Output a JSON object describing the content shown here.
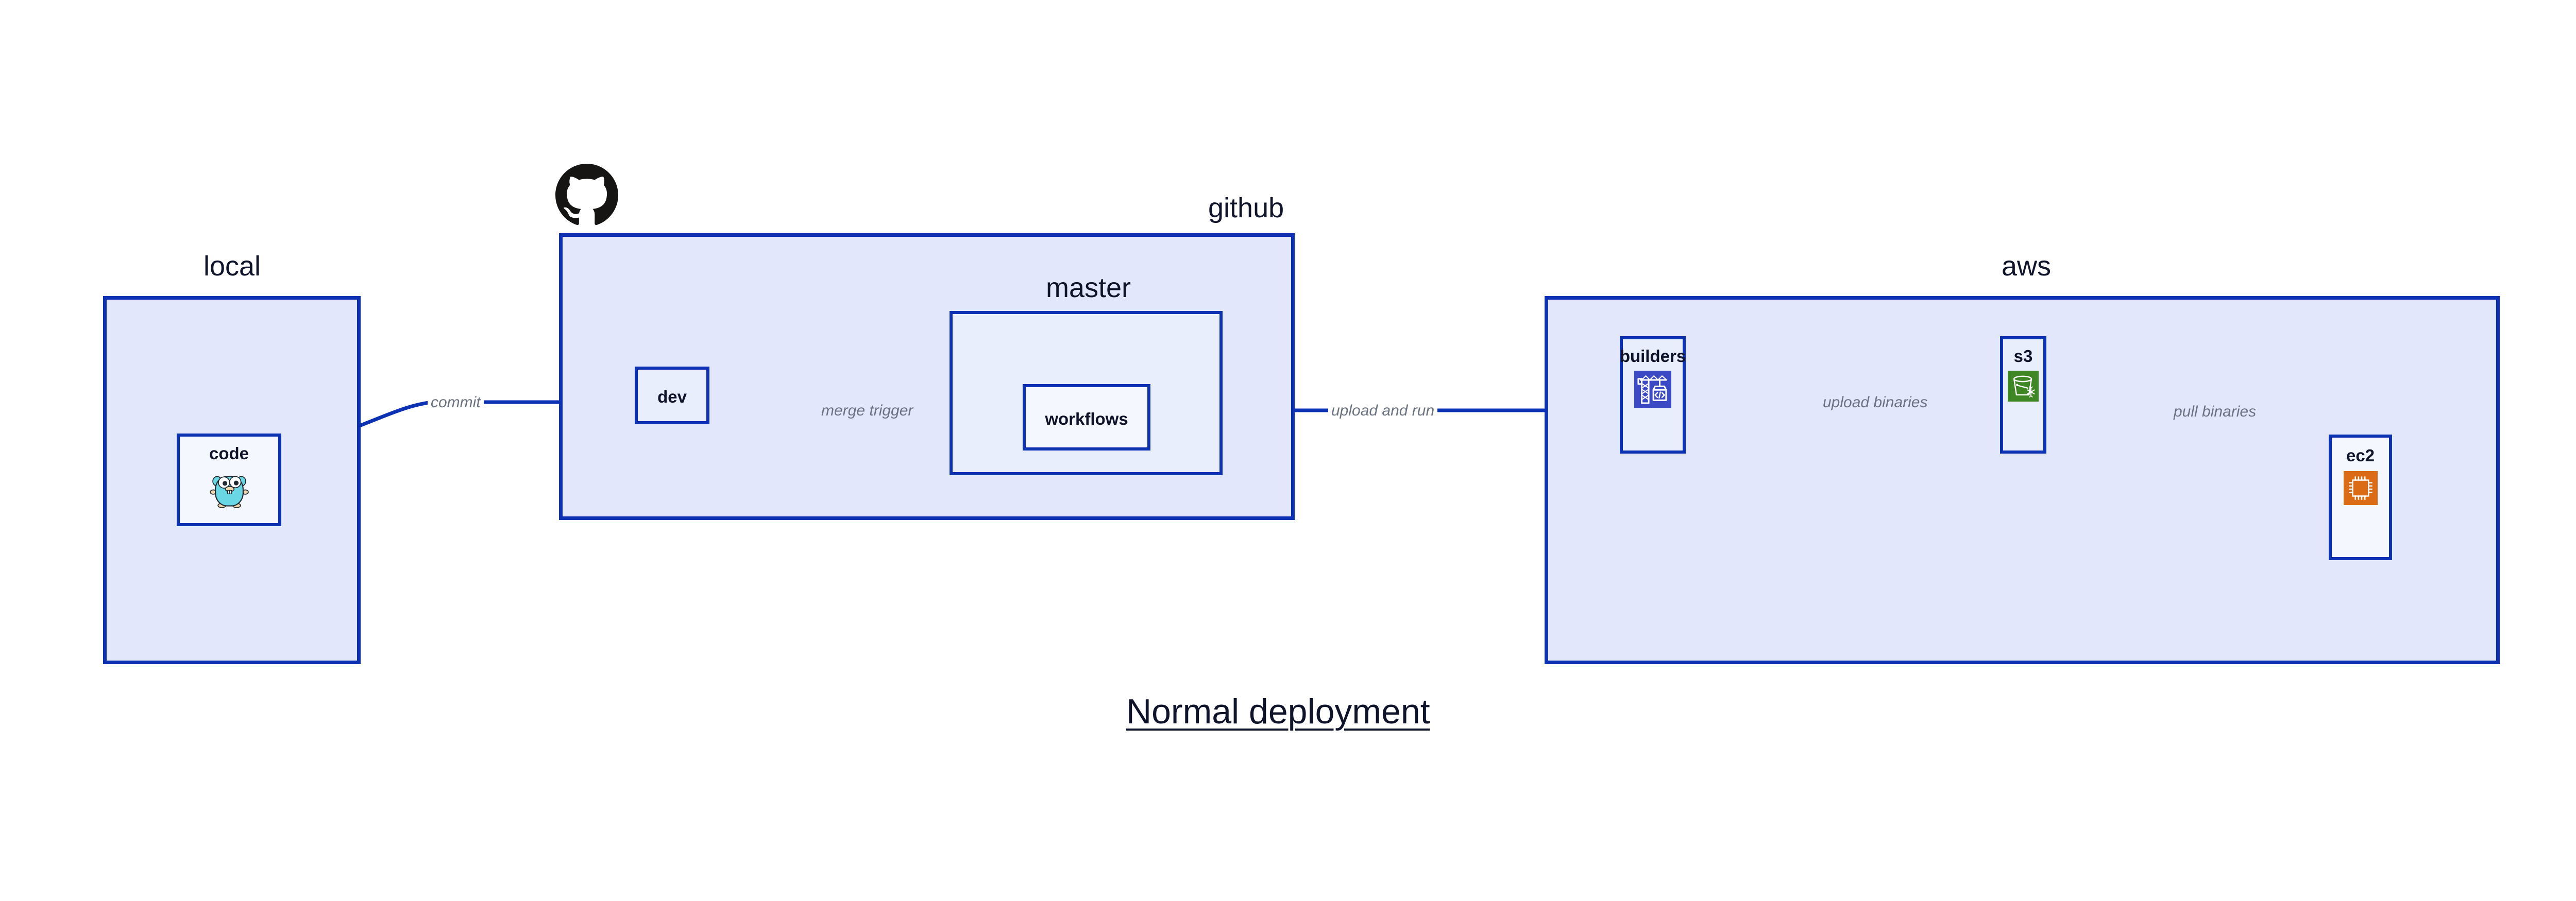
{
  "title": "Normal deployment",
  "colors": {
    "border": "#0d31b3",
    "group_fill": "#e2e7fb",
    "inner_fill": "#e9eefc",
    "node_fill": "#f5f7fe",
    "label_text": "#10142b",
    "edge_label_text": "#6b7280",
    "codebuild_blue": "#3b49c4",
    "s3_green": "#3f8624",
    "ec2_orange": "#db6b14",
    "gopher_cyan": "#6ad7e5",
    "github_black": "#161514"
  },
  "groups": [
    {
      "id": "local",
      "label": "local",
      "icon": null
    },
    {
      "id": "github",
      "label": "github",
      "icon": "github-octocat-icon"
    },
    {
      "id": "master",
      "label": "master",
      "icon": null
    },
    {
      "id": "aws",
      "label": "aws",
      "icon": null
    }
  ],
  "nodes": [
    {
      "id": "code",
      "label": "code",
      "icon": "go-gopher-icon"
    },
    {
      "id": "dev",
      "label": "dev",
      "icon": null
    },
    {
      "id": "workflows",
      "label": "workflows",
      "icon": null
    },
    {
      "id": "builders",
      "label": "builders",
      "icon": "aws-codebuild-crane-icon"
    },
    {
      "id": "s3",
      "label": "s3",
      "icon": "aws-s3-bucket-icon"
    },
    {
      "id": "ec2",
      "label": "ec2",
      "icon": "aws-ec2-chip-icon"
    }
  ],
  "edges": [
    {
      "id": "code-to-dev",
      "from": "code",
      "to": "dev",
      "label": "commit"
    },
    {
      "id": "dev-to-workflows",
      "from": "dev",
      "to": "workflows",
      "label": "merge trigger"
    },
    {
      "id": "workflows-to-builders",
      "from": "workflows",
      "to": "builders",
      "label": "upload and run"
    },
    {
      "id": "builders-to-s3",
      "from": "builders",
      "to": "s3",
      "label": "upload binaries"
    },
    {
      "id": "s3-to-ec2",
      "from": "s3",
      "to": "ec2",
      "label": "pull binaries"
    }
  ]
}
